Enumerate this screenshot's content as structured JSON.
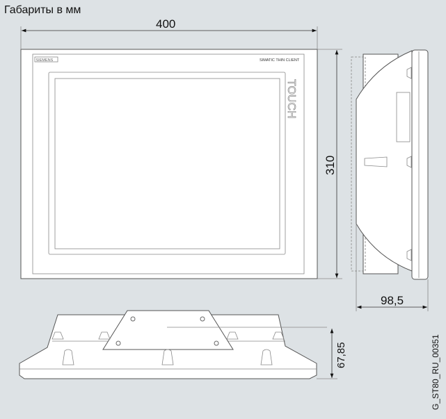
{
  "title": "Габариты в мм",
  "dimensions": {
    "width": "400",
    "height": "310",
    "depth": "98,5",
    "bottom_depth": "67,85"
  },
  "device": {
    "brand": "SIEMENS",
    "model": "SIMATIC THIN CLIENT",
    "side_label": "TOUCH"
  },
  "figure_id": "G_ST80_RU_00351"
}
